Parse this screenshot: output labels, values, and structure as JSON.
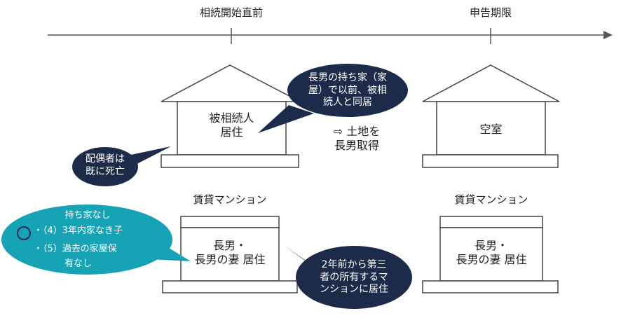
{
  "colors": {
    "navy": "#1c2b4a",
    "teal": "#17a3b6",
    "line": "#555555",
    "box_border": "#444444"
  },
  "timeline": {
    "label_start": "相続開始直前",
    "label_end": "申告期限"
  },
  "houses": {
    "left_label_line1": "被相続人",
    "left_label_line2": "居住",
    "right_label": "空室"
  },
  "middle_note": {
    "line1": "⇨ 土地を",
    "line2": "長男取得"
  },
  "callouts": {
    "spouse": {
      "line1": "配偶者は",
      "line2": "既に死亡"
    },
    "eldest_son_home": {
      "line1": "長男の持ち家（家",
      "line2": "屋）で以前、被相",
      "line3": "続人と同居"
    },
    "rental_move": {
      "line1": "2年前から第三",
      "line2": "者の所有するマ",
      "line3": "ンションに居住"
    }
  },
  "condition_bubble": {
    "title": "持ち家なし",
    "item1": "・（4）3年内家なき子",
    "item2": "・（5）過去の家屋保",
    "item2_cont": "有なし"
  },
  "mansions": {
    "left_title": "賃貸マンション",
    "left_line1": "長男・",
    "left_line2": "長男の妻 居住",
    "right_title": "賃貸マンション",
    "right_line1": "長男・",
    "right_line2": "長男の妻 居住"
  }
}
